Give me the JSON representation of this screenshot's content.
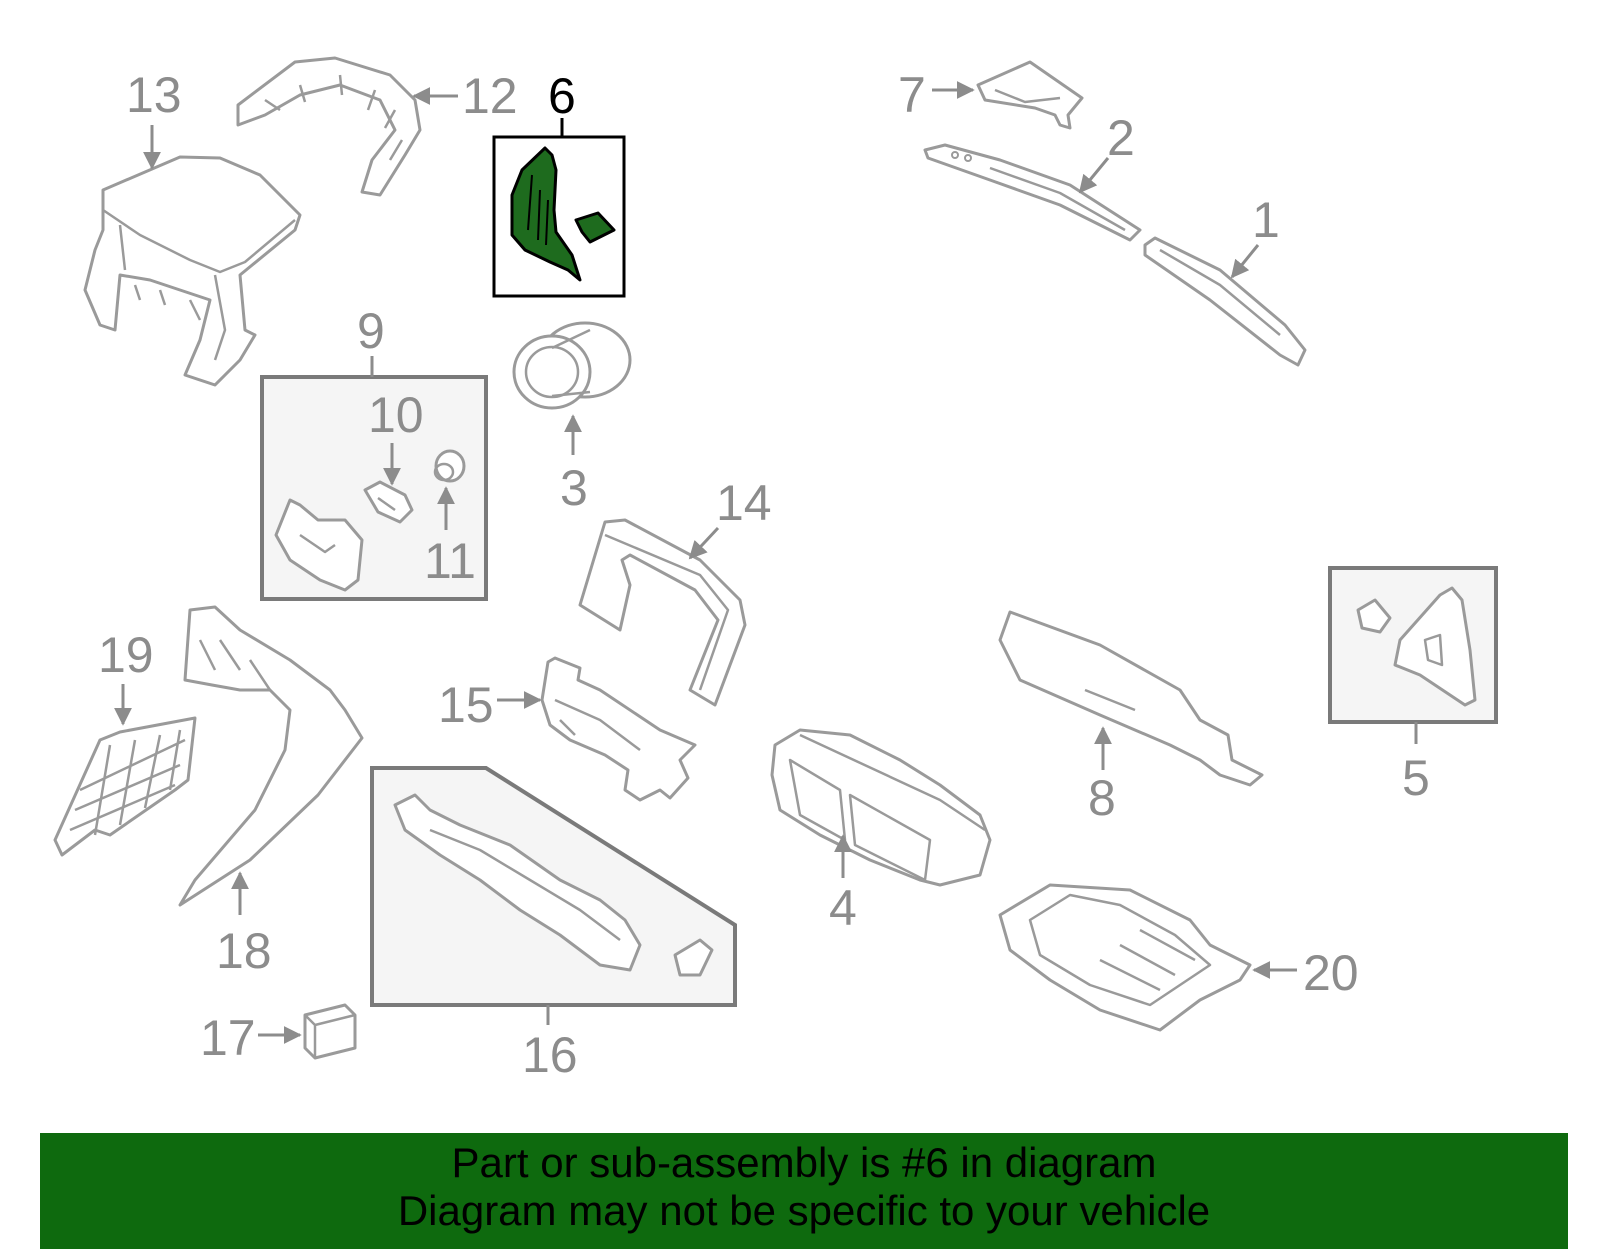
{
  "diagram": {
    "highlighted_part": "6",
    "highlight_color": "#1e6b1e",
    "banner_color": "#0e6a0e",
    "callouts": [
      "1",
      "2",
      "3",
      "4",
      "5",
      "6",
      "7",
      "8",
      "9",
      "10",
      "11",
      "12",
      "13",
      "14",
      "15",
      "16",
      "17",
      "18",
      "19",
      "20"
    ]
  },
  "banner": {
    "line1": "Part or sub-assembly is #6 in diagram",
    "line2": "Diagram may not be specific to your vehicle"
  }
}
